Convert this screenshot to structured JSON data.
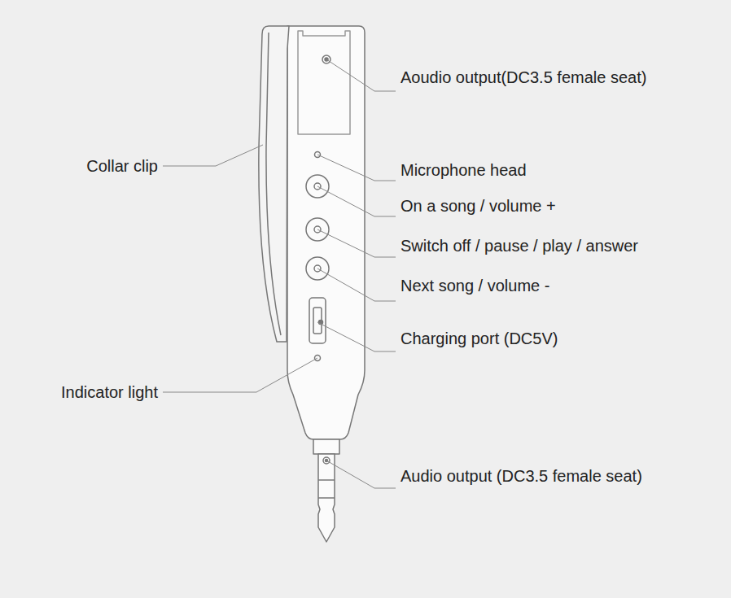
{
  "diagram": {
    "labels": [
      "Aoudio output(DC3.5 female seat)",
      "Collar clip",
      "Microphone head",
      "On a song / volume +",
      "Switch off / pause / play / answer",
      "Next song / volume -",
      "Charging port (DC5V)",
      "Indicator light",
      "Audio output (DC3.5 female seat)"
    ]
  }
}
